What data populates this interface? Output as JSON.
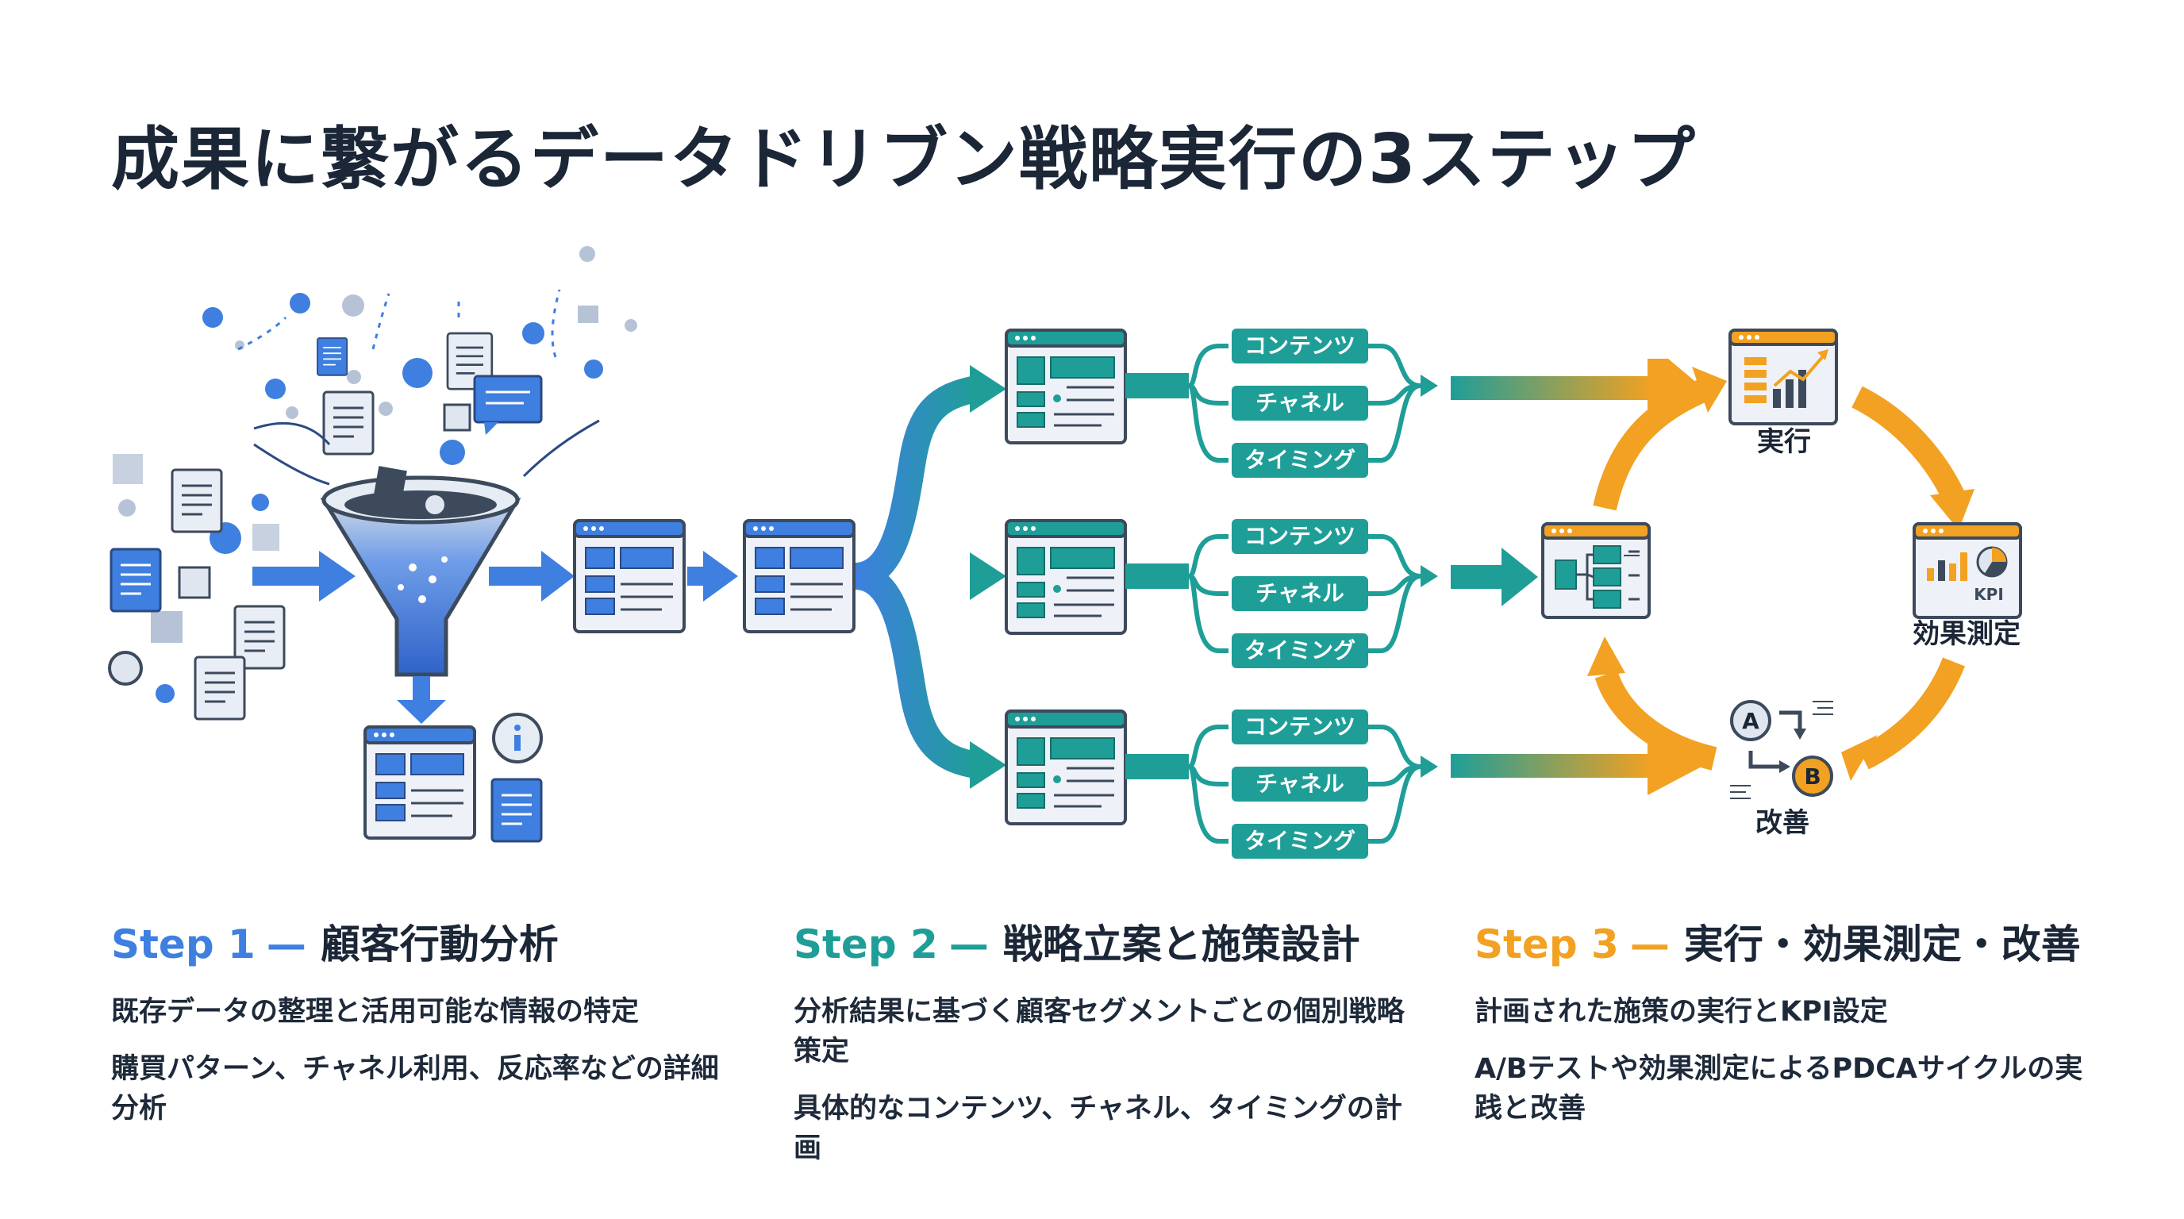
{
  "title": "成果に繋がるデータドリブン戦略実行の3ステップ",
  "colors": {
    "blue": "#3e7fe0",
    "teal": "#1f9e98",
    "orange": "#f2a122",
    "navy": "#1b2636",
    "slate": "#3d4a5c"
  },
  "branches": [
    {
      "items": [
        "コンテンツ",
        "チャネル",
        "タイミング"
      ]
    },
    {
      "items": [
        "コンテンツ",
        "チャネル",
        "タイミング"
      ]
    },
    {
      "items": [
        "コンテンツ",
        "チャネル",
        "タイミング"
      ]
    }
  ],
  "cycle": {
    "execute": "実行",
    "measure": "効果測定",
    "improve": "改善",
    "kpi_badge": "KPI",
    "ab_a": "A",
    "ab_b": "B"
  },
  "steps": [
    {
      "number": "Step 1",
      "dash": "—",
      "name": "顧客行動分析",
      "color": "#3e7fe0",
      "bullets": [
        "既存データの整理と活用可能な情報の特定",
        "購買パターン、チャネル利用、反応率などの詳細分析"
      ]
    },
    {
      "number": "Step 2",
      "dash": "—",
      "name": "戦略立案と施策設計",
      "color": "#1f9e98",
      "bullets": [
        "分析結果に基づく顧客セグメントごとの個別戦略策定",
        "具体的なコンテンツ、チャネル、タイミングの計画"
      ]
    },
    {
      "number": "Step 3",
      "dash": "—",
      "name": "実行・効果測定・改善",
      "color": "#f2a122",
      "bullets": [
        "計画された施策の実行とKPI設定",
        "A/Bテストや効果測定によるPDCAサイクルの実践と改善"
      ]
    }
  ]
}
